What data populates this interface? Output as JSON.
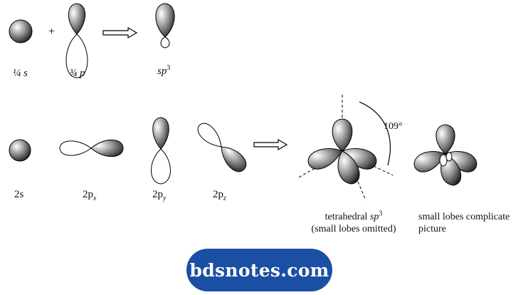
{
  "top_row": {
    "plus_sign": "+",
    "label_s": "¼ s",
    "label_p": "¾ p",
    "label_sp3_base": "sp",
    "label_sp3_sup": "3"
  },
  "bottom_row": {
    "label_2s": "2s",
    "label_2p": "2p",
    "sub_x": "x",
    "sub_y": "y",
    "sub_z": "z",
    "angle_label": "109°",
    "tetra_caption_line1_prefix": "tetrahedral ",
    "tetra_caption_line1_italic": "sp",
    "tetra_caption_line1_sup": "3",
    "tetra_caption_line2": "(small lobes omitted)",
    "complicated_caption_line1": "small lobes complicate",
    "complicated_caption_line2": "picture"
  },
  "watermark": {
    "text": "bdsnotes.com",
    "color": "#1b4fa3"
  }
}
